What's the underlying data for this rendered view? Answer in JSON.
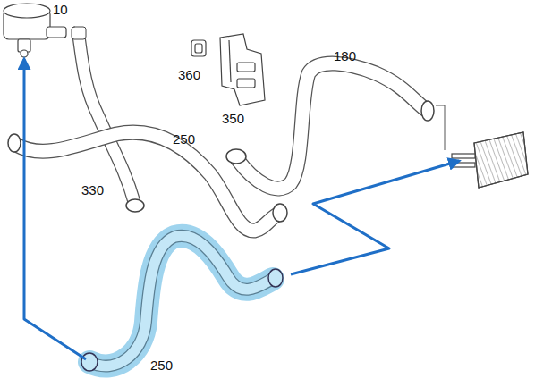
{
  "diagram": {
    "labels": [
      "10",
      "360",
      "350",
      "180",
      "250",
      "330",
      "250"
    ]
  }
}
